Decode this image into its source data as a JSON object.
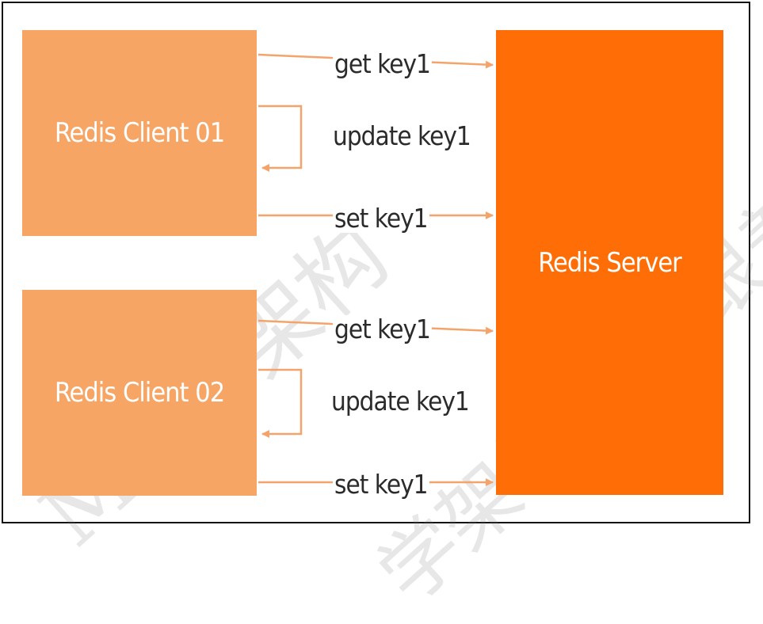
{
  "diagram": {
    "client1": {
      "label": "Redis Client 01"
    },
    "client2": {
      "label": "Redis Client 02"
    },
    "server": {
      "label": "Redis Server"
    },
    "client1_flow": {
      "get": "get key1",
      "update": "update key1",
      "set": "set key1"
    },
    "client2_flow": {
      "get": "get key1",
      "update": "update key1",
      "set": "set key1"
    }
  },
  "watermark": {
    "line1": "Mic学架构",
    "line2": "跟着",
    "line3": "学架构"
  },
  "colors": {
    "client_fill": "#f6a565",
    "server_fill": "#ff6d07",
    "arrow": "#f4a46a"
  }
}
